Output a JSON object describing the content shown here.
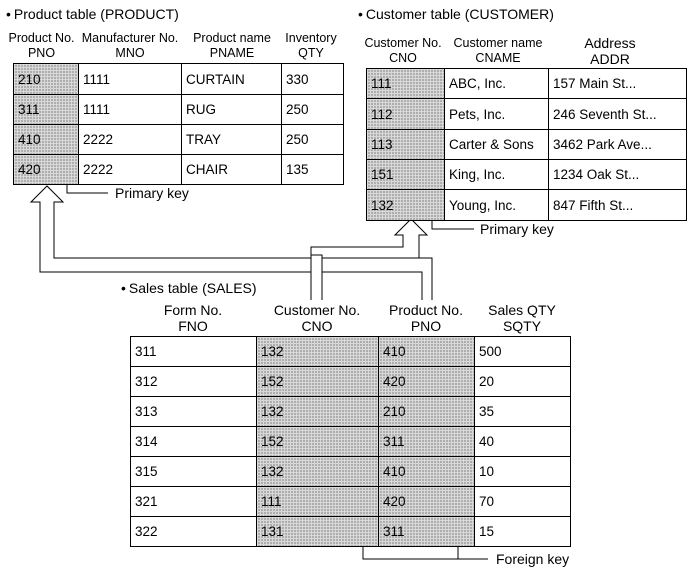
{
  "product": {
    "title": "Product table (PRODUCT)",
    "headers": [
      {
        "label": "Product No.",
        "code": "PNO"
      },
      {
        "label": "Manufacturer No.",
        "code": "MNO"
      },
      {
        "label": "Product name",
        "code": "PNAME"
      },
      {
        "label": "Inventory",
        "code": "QTY"
      }
    ],
    "rows": [
      [
        "210",
        "1111",
        "CURTAIN",
        "330"
      ],
      [
        "311",
        "1111",
        "RUG",
        "250"
      ],
      [
        "410",
        "2222",
        "TRAY",
        "250"
      ],
      [
        "420",
        "2222",
        "CHAIR",
        "135"
      ]
    ],
    "key_label": "Primary key"
  },
  "customer": {
    "title": "Customer table (CUSTOMER)",
    "headers": [
      {
        "label": "Customer No.",
        "code": "CNO"
      },
      {
        "label": "Customer name",
        "code": "CNAME"
      },
      {
        "label": "Address",
        "code": "ADDR"
      }
    ],
    "rows": [
      [
        "111",
        "ABC, Inc.",
        "157 Main St..."
      ],
      [
        "112",
        "Pets, Inc.",
        "246 Seventh St..."
      ],
      [
        "113",
        "Carter & Sons",
        "3462 Park Ave..."
      ],
      [
        "151",
        "King, Inc.",
        "1234 Oak St..."
      ],
      [
        "132",
        "Young, Inc.",
        "847 Fifth St..."
      ]
    ],
    "key_label": "Primary key"
  },
  "sales": {
    "title": "Sales table (SALES)",
    "headers": [
      {
        "label": "Form No.",
        "code": "FNO"
      },
      {
        "label": "Customer No.",
        "code": "CNO"
      },
      {
        "label": "Product No.",
        "code": "PNO"
      },
      {
        "label": "Sales QTY",
        "code": "SQTY"
      }
    ],
    "rows": [
      [
        "311",
        "132",
        "410",
        "500"
      ],
      [
        "312",
        "152",
        "420",
        "20"
      ],
      [
        "313",
        "132",
        "210",
        "35"
      ],
      [
        "314",
        "152",
        "311",
        "40"
      ],
      [
        "315",
        "132",
        "410",
        "10"
      ],
      [
        "321",
        "111",
        "420",
        "70"
      ],
      [
        "322",
        "131",
        "311",
        "15"
      ]
    ],
    "key_label": "Foreign key"
  }
}
